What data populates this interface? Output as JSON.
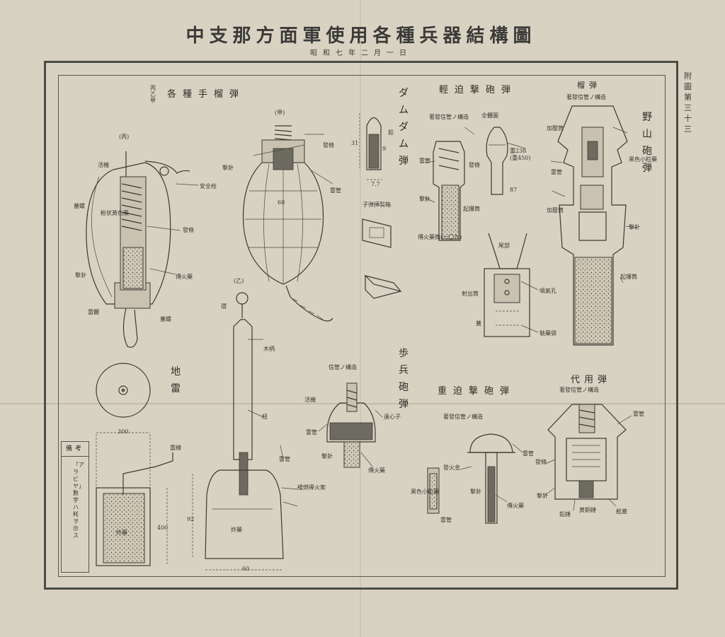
{
  "title": "中支那方面軍使用各種兵器結構圖",
  "date": "昭和七年二月一日",
  "figure_number": "附圖第三十三",
  "sections": {
    "hand_grenades": {
      "title": "各種手榴弾",
      "side_note": "丙乙甲",
      "type_a": "(甲)",
      "type_b": "(乙)",
      "type_c": "(丙)",
      "dim_60": "60",
      "a_fuse": "發條",
      "a_pin": "撃針",
      "a_detonator": "雷管",
      "b_ring": "環",
      "b_handle": "木柄",
      "b_cord": "紐",
      "b_detonator": "雷管",
      "b_fuse": "緩燃導火索",
      "b_explosive": "炸藥",
      "b_dim_92": "92",
      "b_dim_60": "60",
      "c_lever": "活機",
      "c_safety": "安全栓",
      "c_spring": "發條",
      "c_body": "蓋螺",
      "c_charge": "粉状黃色藥",
      "c_fuse": "傳火藥",
      "c_pin": "撃針",
      "c_cap": "雷體",
      "c_cover": "蓋螺"
    },
    "dumdum": {
      "title": "ダムダム弾",
      "dim_31": "31",
      "dim_9": "9",
      "dim_77": "7.7",
      "tip": "鉛",
      "box": "子弾挿製箱"
    },
    "light_mortar": {
      "title": "輕迫撃砲弾",
      "fuse_structure": "著發信管ノ構造",
      "overview": "全體圖",
      "fuse": "雷管",
      "pin": "撃針",
      "propellant": "傳火藥筒(一〇九)",
      "spring": "發條",
      "tube": "起爆筒",
      "weight": "重238",
      "weight2": "(重450)",
      "dim_87": "87",
      "tail": "尾部",
      "tail_nozzle": "噴氣孔",
      "tail_bag": "裝藥袋",
      "tail_cap": "蓋",
      "tail_fin": "射出筒"
    },
    "mountain_gun": {
      "title": "野山砲弾",
      "sub_title": "榴弾",
      "fuse_structure": "著發信管ノ構造",
      "booster": "加壓筒",
      "fuse": "雷管",
      "pin": "撃針",
      "charge": "黑色小粒藥",
      "detonator": "起爆筒",
      "booster2": "加壓筒"
    },
    "infantry_gun": {
      "title": "歩兵砲弾",
      "fuse_structure": "信管ノ構造",
      "fuse": "雷管",
      "pin": "撃針",
      "spring": "遠心子",
      "propellant": "傳火藥",
      "cap": "活機"
    },
    "heavy_mortar": {
      "title": "重迫撃砲弾",
      "fuse_structure": "著發信管ノ構造",
      "fuse": "雷管",
      "pin": "撃針",
      "fire": "傳火藥",
      "ball": "發火金",
      "charge": "黑色小粒藥",
      "detonator": "雷管"
    },
    "substitute": {
      "title": "代用弾",
      "fuse_structure": "著發信管ノ構造",
      "fuse": "雷管",
      "spring": "發條",
      "pin": "撃針",
      "lead": "鉛錘",
      "brass": "黄銅錘",
      "paper": "紙塞"
    },
    "landmine": {
      "title": "地雷",
      "fuse": "雷線",
      "explosive": "炸藥",
      "dim_300": "300",
      "dim_400": "400"
    },
    "note": {
      "header": "備考",
      "text": "「アラビヤ」數字ハ粍ヲ示ス"
    }
  }
}
